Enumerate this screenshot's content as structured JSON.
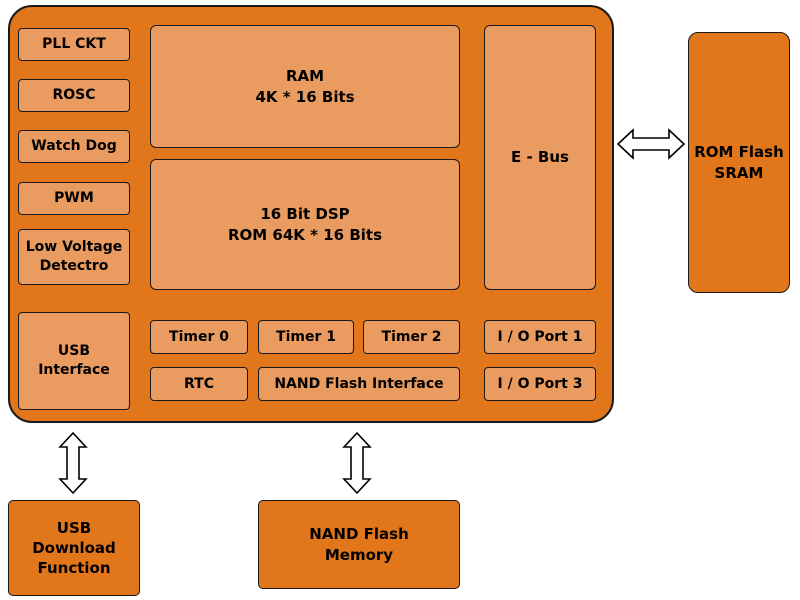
{
  "diagram": {
    "type": "soc-block-diagram",
    "colors": {
      "chip_background": "#E2761B",
      "inner_block": "#EA9B60",
      "outline": "#1A1A1A",
      "arrow_fill": "#FFFFFF"
    },
    "icons": {
      "ebus_rom_arrow": "double-headed-horizontal-arrow",
      "usb_download_arrow": "double-headed-vertical-arrow",
      "nand_memory_arrow": "double-headed-vertical-arrow"
    }
  },
  "blocks": {
    "pll_ckt": "PLL CKT",
    "rosc": "ROSC",
    "watch_dog": "Watch Dog",
    "pwm": "PWM",
    "low_voltage_detector": "Low Voltage\nDetectro",
    "usb_interface": "USB\nInterface",
    "ram": "RAM\n4K * 16 Bits",
    "dsp": "16 Bit DSP\nROM 64K * 16 Bits",
    "e_bus": "E - Bus",
    "timer0": "Timer 0",
    "timer1": "Timer 1",
    "timer2": "Timer 2",
    "io_port1": "I / O Port 1",
    "rtc": "RTC",
    "nand_flash_interface": "NAND Flash Interface",
    "io_port3": "I / O Port 3",
    "rom_flash_sram": "ROM Flash\nSRAM",
    "usb_download_function": "USB\nDownload\nFunction",
    "nand_flash_memory": "NAND Flash\nMemory"
  }
}
